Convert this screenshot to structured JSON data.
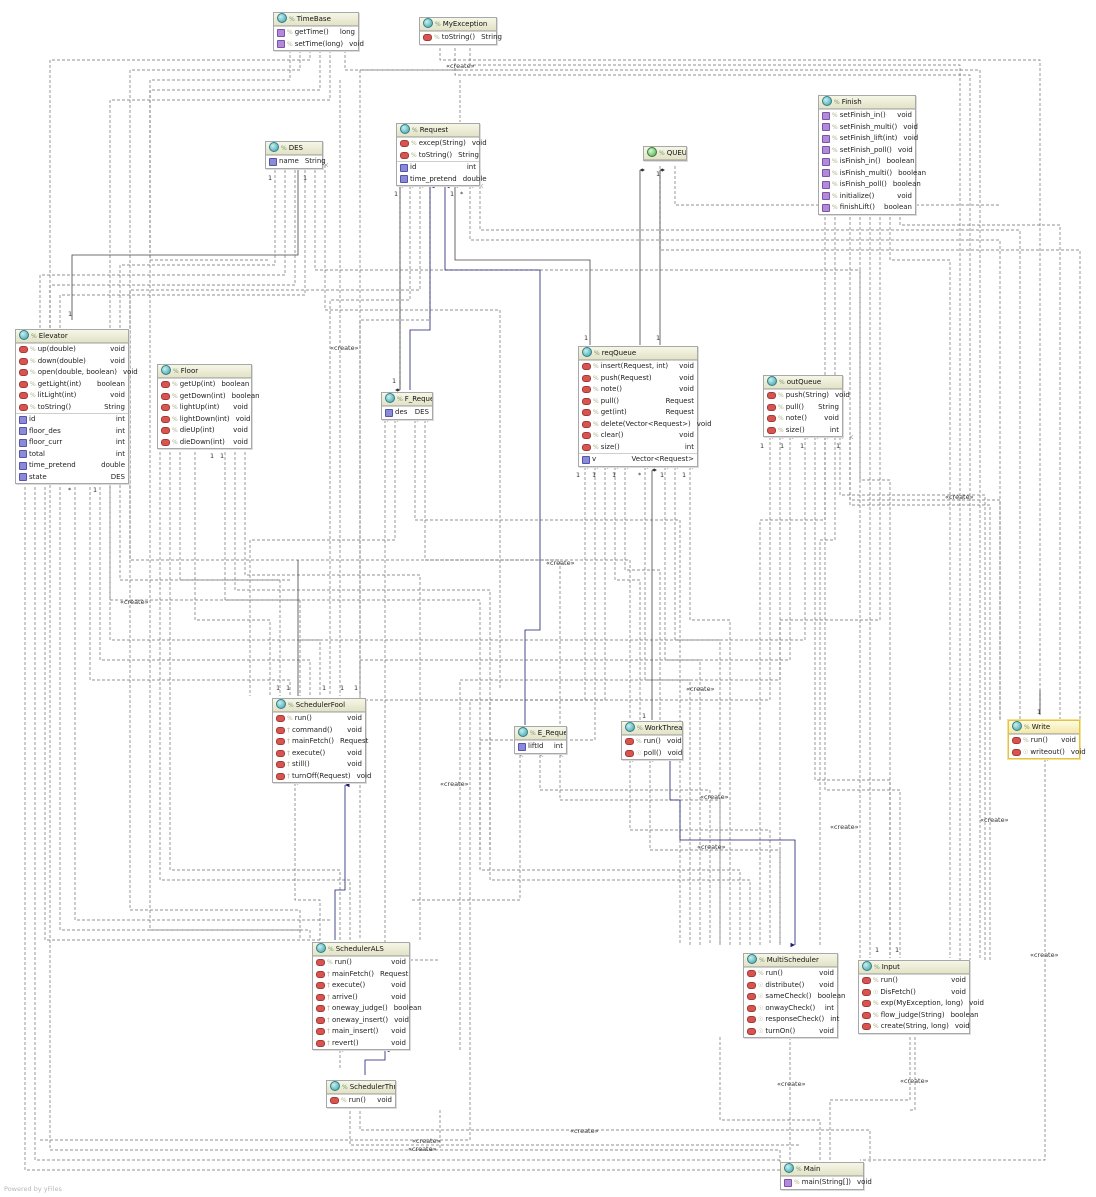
{
  "footer": "Powered by yFiles",
  "stereotype": "«create»",
  "multiplicity": {
    "one": "1",
    "many": "*"
  },
  "icons": {
    "class": "class-icon",
    "interface": "interface-icon",
    "method": "method-visibility-icon",
    "property": "property-icon",
    "field": "field-icon"
  },
  "colors": {
    "header": "#e3e3c8",
    "border": "#a8a8a8",
    "selected": "#e4c24a",
    "wire": "#6d6d6d",
    "inherit": "#1d1d6e"
  },
  "classes": {
    "timebase": {
      "name": "TimeBase",
      "methods": [
        {
          "name": "getTime()",
          "type": "long"
        },
        {
          "name": "setTime(long)",
          "type": "void"
        }
      ]
    },
    "myexception": {
      "name": "MyException",
      "methods": [
        {
          "name": "toString()",
          "type": "String"
        }
      ]
    },
    "des": {
      "name": "DES",
      "fields": [
        {
          "name": "name",
          "type": "String"
        }
      ]
    },
    "request": {
      "name": "Request",
      "methods": [
        {
          "name": "excep(String)",
          "type": "void"
        },
        {
          "name": "toString()",
          "type": "String"
        }
      ],
      "fields": [
        {
          "name": "id",
          "type": "int"
        },
        {
          "name": "time_pretend",
          "type": "double"
        }
      ]
    },
    "queue": {
      "name": "QUEUE"
    },
    "finish": {
      "name": "Finish",
      "methods": [
        {
          "name": "setFinish_in()",
          "type": "void"
        },
        {
          "name": "setFinish_multi()",
          "type": "void"
        },
        {
          "name": "setFinish_lift(int)",
          "type": "void"
        },
        {
          "name": "setFinish_poll()",
          "type": "void"
        },
        {
          "name": "isFinish_in()",
          "type": "boolean"
        },
        {
          "name": "isFinish_multi()",
          "type": "boolean"
        },
        {
          "name": "isFinish_poll()",
          "type": "boolean"
        },
        {
          "name": "initialize()",
          "type": "void"
        },
        {
          "name": "finishLift()",
          "type": "boolean"
        }
      ]
    },
    "elevator": {
      "name": "Elevator",
      "methods": [
        {
          "name": "up(double)",
          "type": "void"
        },
        {
          "name": "down(double)",
          "type": "void"
        },
        {
          "name": "open(double, boolean)",
          "type": "void"
        },
        {
          "name": "getLight(int)",
          "type": "boolean"
        },
        {
          "name": "litLight(int)",
          "type": "void"
        },
        {
          "name": "toString()",
          "type": "String"
        }
      ],
      "fields": [
        {
          "name": "id",
          "type": "int"
        },
        {
          "name": "floor_des",
          "type": "int"
        },
        {
          "name": "floor_curr",
          "type": "int"
        },
        {
          "name": "total",
          "type": "int"
        },
        {
          "name": "time_pretend",
          "type": "double"
        },
        {
          "name": "state",
          "type": "DES"
        }
      ]
    },
    "floor": {
      "name": "Floor",
      "methods": [
        {
          "name": "getUp(int)",
          "type": "boolean"
        },
        {
          "name": "getDown(int)",
          "type": "boolean"
        },
        {
          "name": "lightUp(int)",
          "type": "void"
        },
        {
          "name": "lightDown(int)",
          "type": "void"
        },
        {
          "name": "dieUp(int)",
          "type": "void"
        },
        {
          "name": "dieDown(int)",
          "type": "void"
        }
      ]
    },
    "frequest": {
      "name": "F_Request",
      "fields": [
        {
          "name": "des",
          "type": "DES"
        }
      ]
    },
    "reqqueue": {
      "name": "reqQueue",
      "methods": [
        {
          "name": "insert(Request, int)",
          "type": "void"
        },
        {
          "name": "push(Request)",
          "type": "void"
        },
        {
          "name": "note()",
          "type": "void"
        },
        {
          "name": "pull()",
          "type": "Request"
        },
        {
          "name": "get(int)",
          "type": "Request"
        },
        {
          "name": "delete(Vector<Request>)",
          "type": "void"
        },
        {
          "name": "clear()",
          "type": "void"
        },
        {
          "name": "size()",
          "type": "int"
        }
      ],
      "fields": [
        {
          "name": "v",
          "type": "Vector<Request>"
        }
      ]
    },
    "outqueue": {
      "name": "outQueue",
      "methods": [
        {
          "name": "push(String)",
          "type": "void"
        },
        {
          "name": "pull()",
          "type": "String"
        },
        {
          "name": "note()",
          "type": "void"
        },
        {
          "name": "size()",
          "type": "int"
        }
      ]
    },
    "schedulerfool": {
      "name": "SchedulerFool",
      "methods": [
        {
          "name": "run()",
          "type": "void"
        },
        {
          "name": "command()",
          "type": "void"
        },
        {
          "name": "mainFetch()",
          "type": "Request"
        },
        {
          "name": "execute()",
          "type": "void"
        },
        {
          "name": "still()",
          "type": "void"
        },
        {
          "name": "turnOff(Request)",
          "type": "void"
        }
      ]
    },
    "erequest": {
      "name": "E_Request",
      "fields": [
        {
          "name": "liftId",
          "type": "int"
        }
      ]
    },
    "workthread": {
      "name": "WorkThread",
      "methods": [
        {
          "name": "run()",
          "type": "void"
        },
        {
          "name": "poll()",
          "type": "void"
        }
      ]
    },
    "write": {
      "name": "Write",
      "methods": [
        {
          "name": "run()",
          "type": "void"
        },
        {
          "name": "writeout()",
          "type": "void"
        }
      ]
    },
    "schedulerals": {
      "name": "SchedulerALS",
      "methods": [
        {
          "name": "run()",
          "type": "void"
        },
        {
          "name": "mainFetch()",
          "type": "Request"
        },
        {
          "name": "execute()",
          "type": "void"
        },
        {
          "name": "arrive()",
          "type": "void"
        },
        {
          "name": "oneway_judge()",
          "type": "boolean"
        },
        {
          "name": "oneway_insert()",
          "type": "void"
        },
        {
          "name": "main_insert()",
          "type": "void"
        },
        {
          "name": "revert()",
          "type": "void"
        }
      ]
    },
    "multischeduler": {
      "name": "MultiScheduler",
      "methods": [
        {
          "name": "run()",
          "type": "void"
        },
        {
          "name": "distribute()",
          "type": "void"
        },
        {
          "name": "sameCheck()",
          "type": "boolean"
        },
        {
          "name": "onwayCheck()",
          "type": "int"
        },
        {
          "name": "responseCheck()",
          "type": "int"
        },
        {
          "name": "turnOn()",
          "type": "void"
        }
      ]
    },
    "input": {
      "name": "Input",
      "methods": [
        {
          "name": "run()",
          "type": "void"
        },
        {
          "name": "DisFetch()",
          "type": "void"
        },
        {
          "name": "exp(MyException, long)",
          "type": "void"
        },
        {
          "name": "flow_judge(String)",
          "type": "boolean"
        },
        {
          "name": "create(String, long)",
          "type": "void"
        }
      ]
    },
    "schedulerthread": {
      "name": "SchedulerThread",
      "methods": [
        {
          "name": "run()",
          "type": "void"
        }
      ]
    },
    "main": {
      "name": "Main",
      "methods": [
        {
          "name": "main(String[])",
          "type": "void"
        }
      ]
    }
  }
}
